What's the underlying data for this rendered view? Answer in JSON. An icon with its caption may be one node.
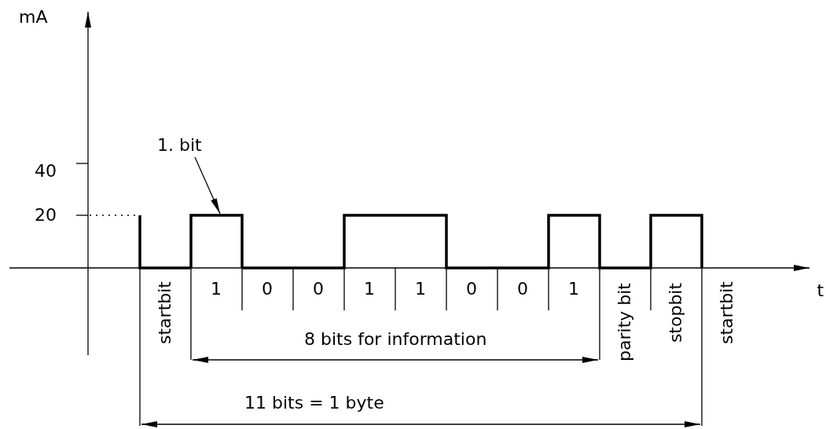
{
  "diagram": {
    "nodes": [
      {
        "text": [
          "1. bit"
        ]
      },
      {
        "text": [],
        "shape": "bar"
      }
    ],
    "edges": [
      {
        "from": 0,
        "to": 1,
        "arrow": "to"
      }
    ],
    "labels": [
      "mA",
      "40",
      "20",
      "t",
      "startbit",
      "1",
      "0",
      "0",
      "1",
      "1",
      "0",
      "0",
      "1",
      "parity bit",
      "stopbit",
      "startbit",
      "8 bits for information",
      "11 bits = 1 byte"
    ]
  }
}
